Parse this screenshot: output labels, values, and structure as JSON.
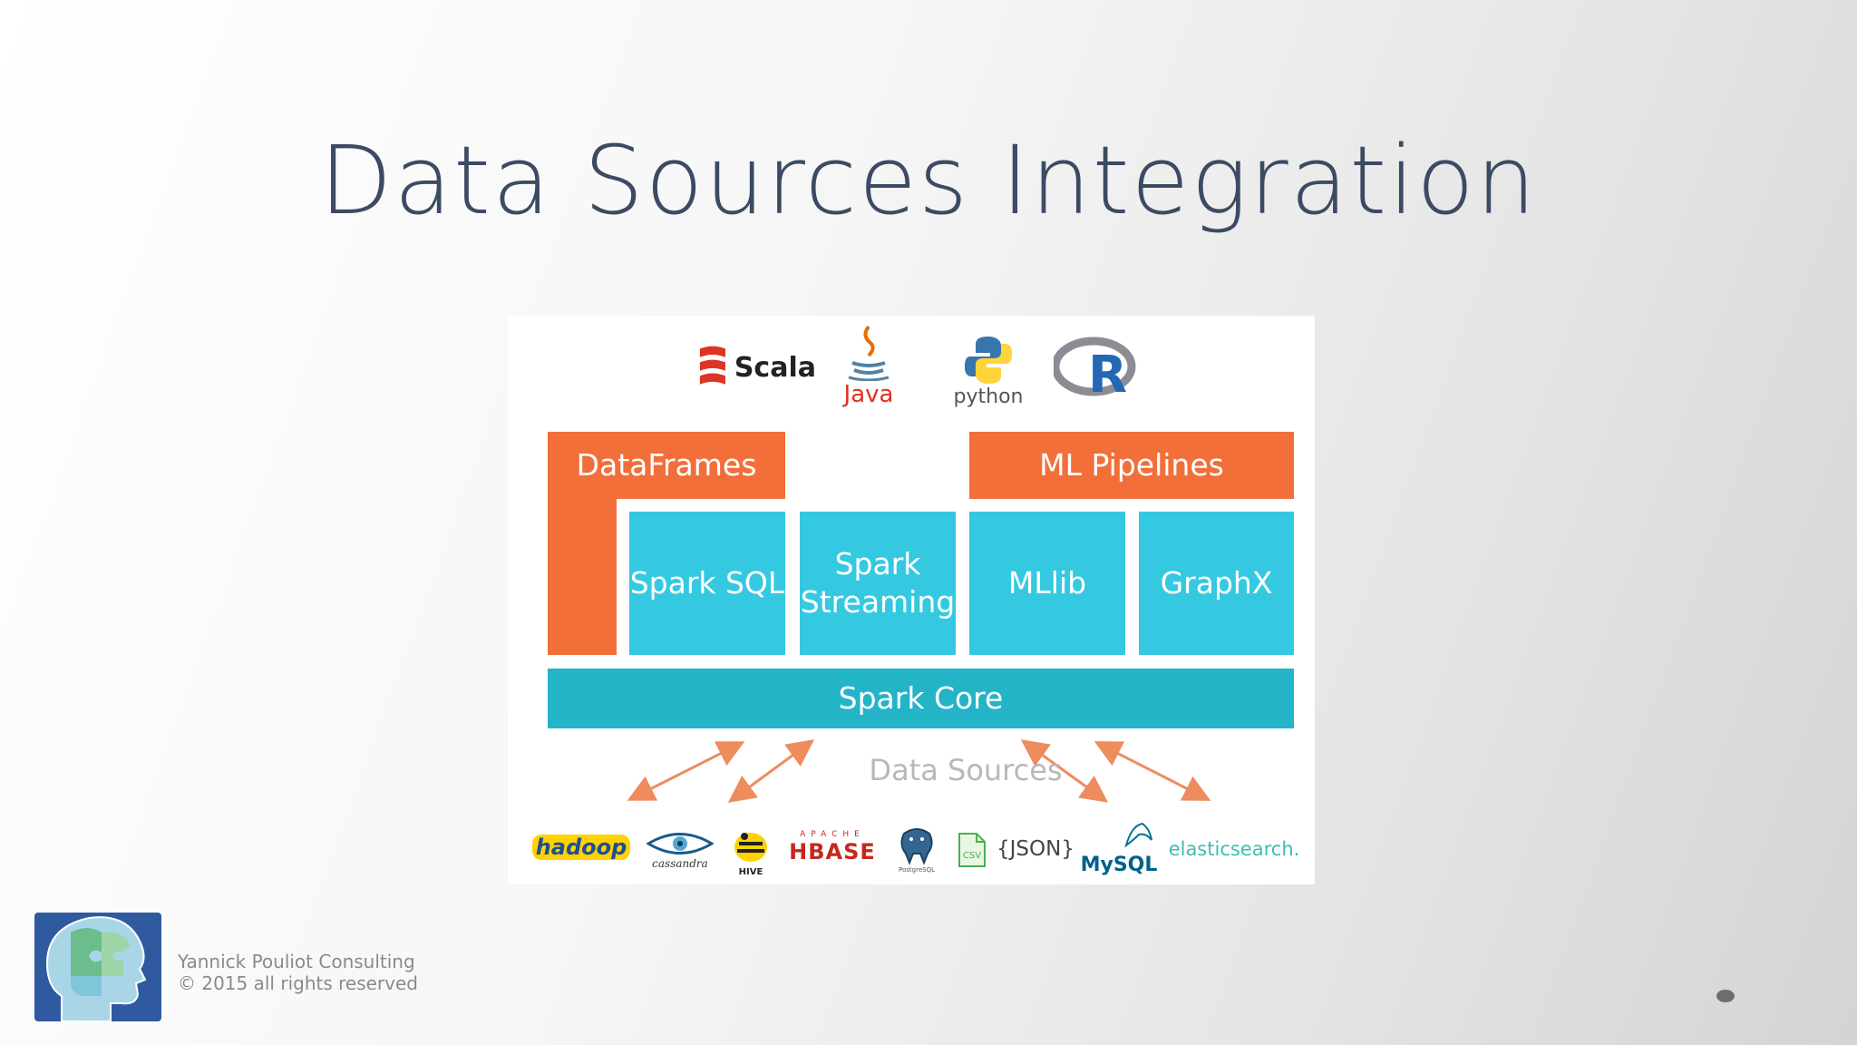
{
  "slide": {
    "title": "Data Sources Integration",
    "footer_line1": "Yannick Pouliot Consulting",
    "footer_line2": "© 2015 all rights reserved"
  },
  "diagram": {
    "languages": [
      {
        "label": "Scala",
        "icon": "scala-logo-icon"
      },
      {
        "label": "Java",
        "icon": "java-logo-icon"
      },
      {
        "label": "python",
        "icon": "python-logo-icon"
      },
      {
        "label": "R",
        "icon": "r-logo-icon"
      }
    ],
    "dataframes": "DataFrames",
    "ml_pipelines": "ML Pipelines",
    "spark_sql": "Spark SQL",
    "spark_streaming_1": "Spark",
    "spark_streaming_2": "Streaming",
    "mllib": "MLlib",
    "graphx": "GraphX",
    "spark_core": "Spark Core",
    "data_sources": "Data Sources",
    "sources": {
      "hadoop": "hadoop",
      "cassandra": "cassandra",
      "hive": "HIVE",
      "hbase_small": "APACHE",
      "hbase": "HBASE",
      "postgres": "PostgreSQL",
      "csv": "CSV",
      "json": "{JSON}",
      "mysql": "MySQL",
      "elasticsearch": "elasticsearch."
    },
    "colors": {
      "orange": "#f26f3a",
      "cyan": "#35c9e1",
      "teal": "#23b4c8",
      "title": "#3c4b63"
    }
  }
}
